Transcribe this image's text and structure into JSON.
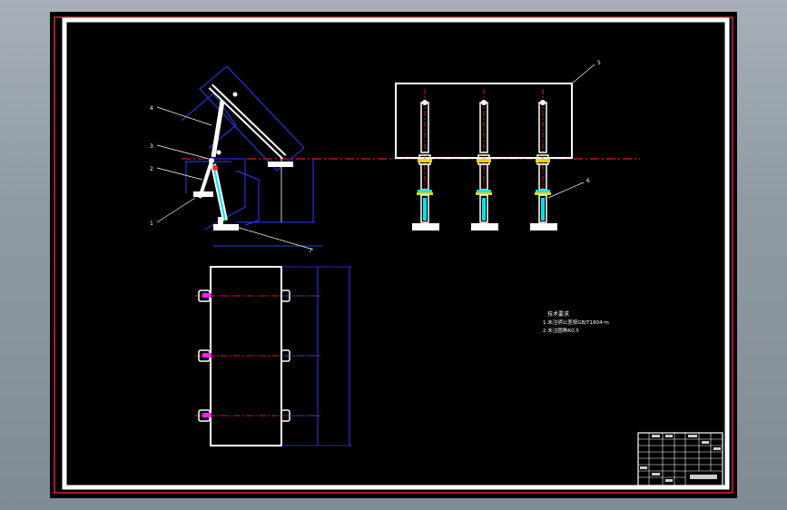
{
  "drawing": {
    "part_numbers": [
      "1",
      "2",
      "3",
      "4",
      "5",
      "6",
      "7"
    ],
    "notes": {
      "heading": "技术要求",
      "lines": [
        "1.未注明公差按GB/T1804-m",
        "2.未注圆角R0.5"
      ]
    },
    "title_block": {
      "label": "title-block"
    }
  },
  "colors": {
    "background": "#000000",
    "frame": "#ffffff",
    "border_red": "#e0203a",
    "dimension": "#2a3cff",
    "centerline": "#ff2a2a",
    "cyan": "#00e6e6",
    "yellow": "#f4d000",
    "magenta": "#ff20ff"
  }
}
